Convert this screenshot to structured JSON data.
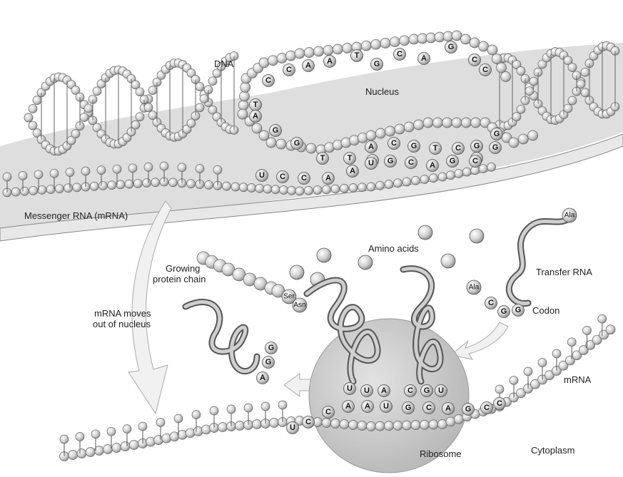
{
  "labels": {
    "dna": "DNA",
    "nucleus": "Nucleus",
    "messenger_rna": "Messenger RNA (mRNA)",
    "amino_acids": "Amino acids",
    "growing_protein_line1": "Growing",
    "growing_protein_line2": "protein chain",
    "transfer_rna": "Transfer RNA",
    "mrna_moves_line1": "mRNA moves",
    "mrna_moves_line2": "out of nucleus",
    "codon": "Codon",
    "mrna": "mRNA",
    "ribosome": "Ribosome",
    "cytoplasm": "Cytoplasm"
  },
  "dna_upper_strand_bases": [
    "T",
    "C",
    "C",
    "A",
    "A",
    "T",
    "G",
    "C",
    "A",
    "G",
    "C",
    "C"
  ],
  "dna_upper_loose_bases": [
    "A",
    "G",
    "G"
  ],
  "dna_lower_strand_bases": [
    "T",
    "T",
    "A",
    "C",
    "G",
    "T",
    "C",
    "G",
    "G",
    "C",
    "G",
    "C"
  ],
  "nuclear_mrna_bases": [
    "U",
    "C",
    "C",
    "A",
    "A",
    "U",
    "G",
    "C",
    "A",
    "G",
    "C"
  ],
  "amino_acid_labels": {
    "ser": "Ser",
    "asn": "Asn",
    "ala_tip": "Ala",
    "ala_trna": "Ala"
  },
  "codon_bases": [
    "C",
    "G",
    "G"
  ],
  "released_trna_bases": [
    "G",
    "G",
    "A"
  ],
  "anticodon_left": [
    "U",
    "U",
    "A"
  ],
  "anticodon_right": [
    "C",
    "G",
    "U"
  ],
  "cytoplasm_mrna_bases": [
    "U",
    "C",
    "C",
    "A",
    "A",
    "U",
    "G",
    "C",
    "A",
    "G",
    "C",
    "C"
  ],
  "colors": {
    "nucleus_fill": "#dcdcdc",
    "bead_fill": "#cfcfcf",
    "bead_stroke": "#555555",
    "ribosome_fill": "#c9c9c9",
    "trna_stroke": "#6a6a6a",
    "arrow_fill": "#eeeeee"
  }
}
